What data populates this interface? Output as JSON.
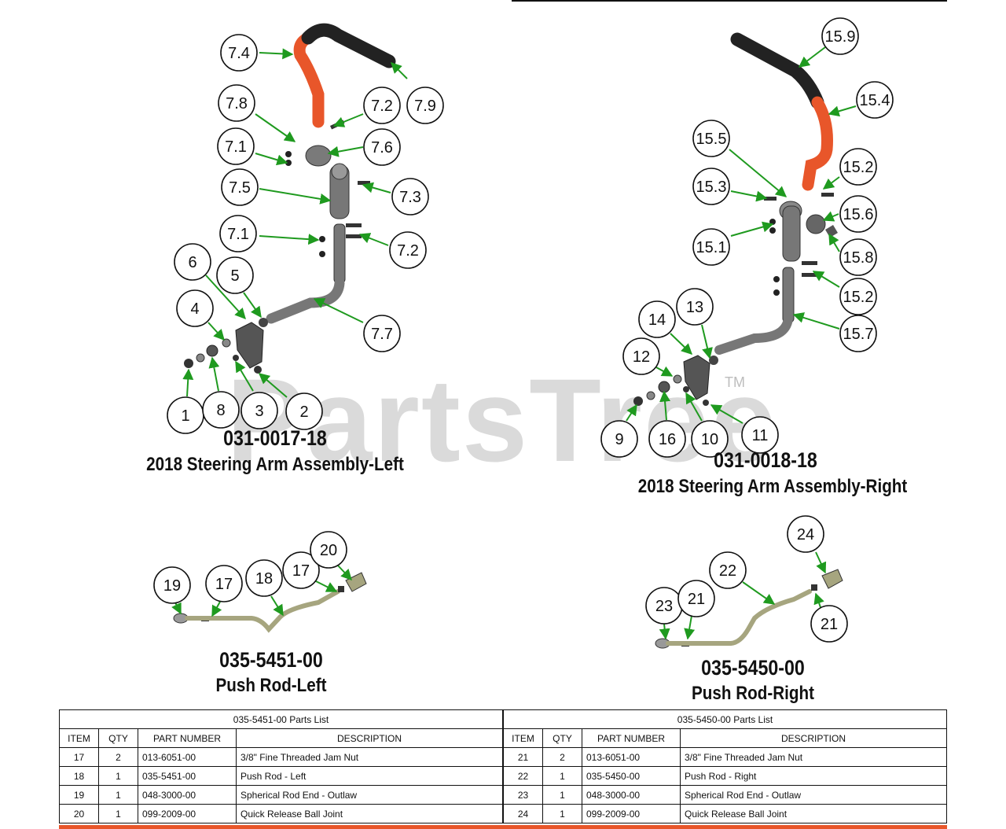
{
  "watermark": {
    "text": "PartsTree",
    "tm": "TM"
  },
  "assemblies": [
    {
      "part_number": "031-0017-18",
      "title": "2018 Steering Arm Assembly-Left"
    },
    {
      "part_number": "031-0018-18",
      "title": "2018 Steering Arm Assembly-Right"
    },
    {
      "part_number": "035-5451-00",
      "title": "Push Rod-Left"
    },
    {
      "part_number": "035-5450-00",
      "title": "Push Rod-Right"
    }
  ],
  "callouts": {
    "left_arm": [
      "7.4",
      "7.9",
      "7.8",
      "7.2",
      "7.1",
      "7.6",
      "7.5",
      "7.3",
      "7.1",
      "7.2",
      "6",
      "5",
      "4",
      "7.7",
      "1",
      "8",
      "3",
      "2"
    ],
    "right_arm": [
      "15.9",
      "15.4",
      "15.5",
      "15.2",
      "15.3",
      "15.6",
      "15.1",
      "15.8",
      "15.2",
      "14",
      "13",
      "15.7",
      "12",
      "9",
      "16",
      "10",
      "11"
    ],
    "push_rod_left": [
      "19",
      "17",
      "18",
      "17",
      "20"
    ],
    "push_rod_right": [
      "24",
      "22",
      "23",
      "21",
      "21"
    ]
  },
  "colors": {
    "handle_orange": "#e8562a",
    "grip_black": "#222222",
    "leader_green": "#1f9a1f",
    "metal_gray": "#6e6e6e"
  },
  "tables": [
    {
      "title": "035-5451-00 Parts List",
      "headers": [
        "ITEM",
        "QTY",
        "PART NUMBER",
        "DESCRIPTION"
      ],
      "rows": [
        [
          "17",
          "2",
          "013-6051-00",
          "3/8\" Fine Threaded Jam Nut"
        ],
        [
          "18",
          "1",
          "035-5451-00",
          "Push Rod -  Left"
        ],
        [
          "19",
          "1",
          "048-3000-00",
          "Spherical Rod End - Outlaw"
        ],
        [
          "20",
          "1",
          "099-2009-00",
          "Quick Release Ball Joint"
        ]
      ]
    },
    {
      "title": "035-5450-00 Parts List",
      "headers": [
        "ITEM",
        "QTY",
        "PART NUMBER",
        "DESCRIPTION"
      ],
      "rows": [
        [
          "21",
          "2",
          "013-6051-00",
          "3/8\" Fine Threaded Jam Nut"
        ],
        [
          "22",
          "1",
          "035-5450-00",
          "Push Rod - Right"
        ],
        [
          "23",
          "1",
          "048-3000-00",
          "Spherical Rod End - Outlaw"
        ],
        [
          "24",
          "1",
          "099-2009-00",
          "Quick Release Ball Joint"
        ]
      ]
    }
  ]
}
